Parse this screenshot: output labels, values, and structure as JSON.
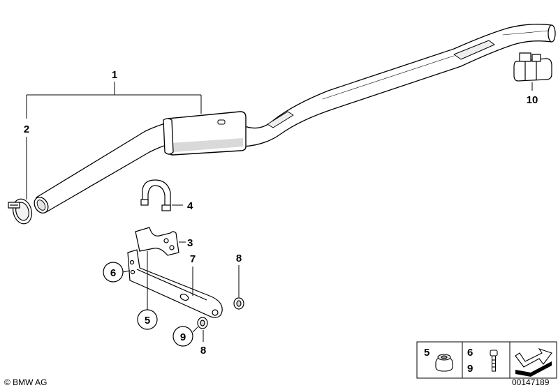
{
  "callouts": {
    "c1": "1",
    "c2": "2",
    "c3": "3",
    "c4": "4",
    "c5": "5",
    "c6": "6",
    "c7": "7",
    "c8a": "8",
    "c8b": "8",
    "c9": "9",
    "c10": "10"
  },
  "legend": {
    "item_a": "5",
    "item_b_top": "6",
    "item_b_bottom": "9"
  },
  "footer": {
    "copyright": "© BMW AG",
    "doc_number": "00147189"
  },
  "colors": {
    "line": "#000000",
    "part_fill": "#ffffff",
    "shade": "#d9d9d9",
    "highlight": "#eeeeee"
  }
}
